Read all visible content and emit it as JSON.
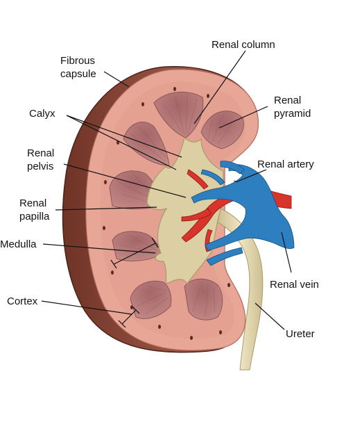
{
  "labels": {
    "fibrous_capsule_line1": "Fibrous",
    "fibrous_capsule_line2": "capsule",
    "renal_column": "Renal column",
    "renal_pyramid_line1": "Renal",
    "renal_pyramid_line2": "pyramid",
    "calyx": "Calyx",
    "renal_pelvis_line1": "Renal",
    "renal_pelvis_line2": "pelvis",
    "renal_artery": "Renal artery",
    "renal_papilla_line1": "Renal",
    "renal_papilla_line2": "papilla",
    "medulla": "Medulla",
    "renal_vein": "Renal vein",
    "cortex": "Cortex",
    "ureter": "Ureter"
  },
  "colors": {
    "capsule": "#8a4a3c",
    "capsule_edge": "#5e2e24",
    "cortex": "#e5a294",
    "pyramid": "#b97b78",
    "pyramid_dark": "#9c5e5d",
    "pelvis": "#ddd0a6",
    "ureter": "#e3d7b0",
    "artery": "#d8342b",
    "vein": "#2e7fc0",
    "leader": "#111111"
  }
}
